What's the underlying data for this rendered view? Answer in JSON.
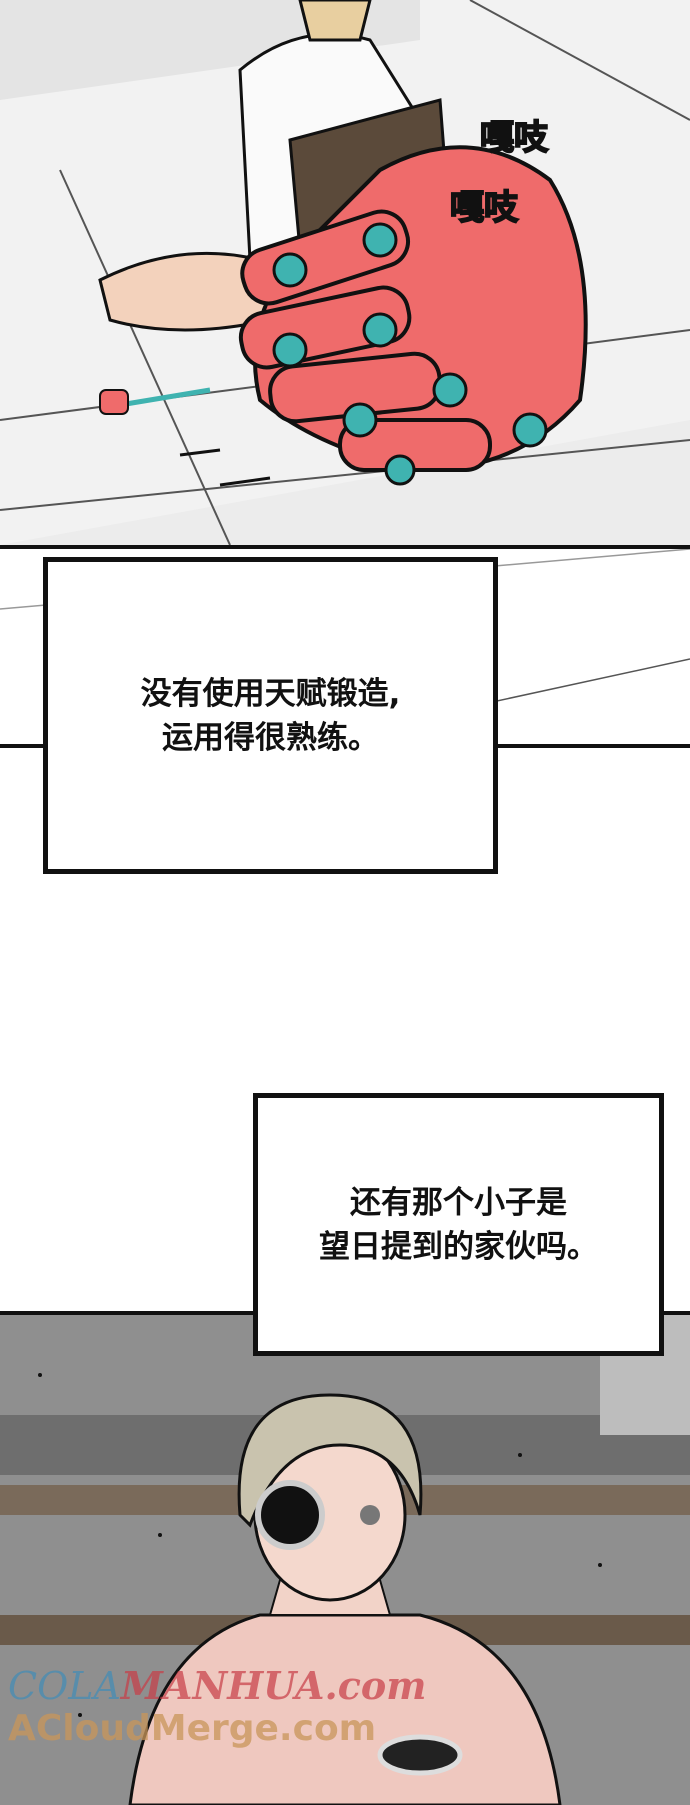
{
  "panels": {
    "top": {
      "sound_effects": [
        "嘎吱",
        "嘎吱"
      ]
    },
    "caption_1": {
      "lines": [
        "没有使用天赋锻造,",
        "运用得很熟练。"
      ]
    },
    "caption_2": {
      "lines": [
        "还有那个小子是",
        "望日提到的家伙吗。"
      ]
    }
  },
  "watermark": {
    "line1_part1": "COLA",
    "line1_part2": "MANHUA.com",
    "line2": "ACloudMerge.com"
  },
  "colors": {
    "robot_hand": "#ef6b6b",
    "robot_joint": "#3fb3b0",
    "border": "#111111"
  }
}
